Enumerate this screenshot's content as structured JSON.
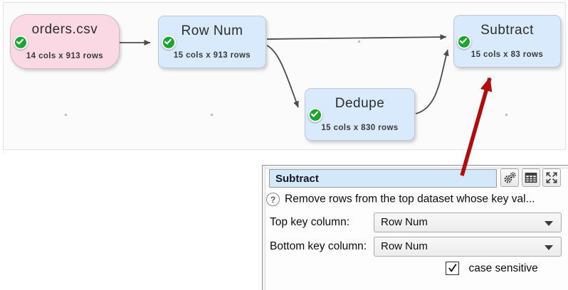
{
  "canvas": {
    "nodes": [
      {
        "name": "orders-csv",
        "label": "orders.csv",
        "sublabel": "14 cols x 913 rows",
        "type": "source",
        "status": "ok"
      },
      {
        "name": "row-num",
        "label": "Row Num",
        "sublabel": "15 cols x 913 rows",
        "type": "transform",
        "status": "ok"
      },
      {
        "name": "dedupe",
        "label": "Dedupe",
        "sublabel": "15 cols x 830 rows",
        "type": "transform",
        "status": "ok"
      },
      {
        "name": "subtract",
        "label": "Subtract",
        "sublabel": "15 cols x 83 rows",
        "type": "transform",
        "status": "ok"
      }
    ],
    "connections": [
      {
        "from": "orders-csv",
        "to": "row-num"
      },
      {
        "from": "row-num",
        "to": "subtract"
      },
      {
        "from": "row-num",
        "to": "dedupe"
      },
      {
        "from": "dedupe",
        "to": "subtract"
      }
    ],
    "annotation": {
      "shape": "red-arrow",
      "points_to": "subtract"
    }
  },
  "panel": {
    "title_value": "Subtract",
    "toolbar_icons": [
      "gear-icon",
      "table-icon",
      "expand-icon"
    ],
    "help_icon": "question-circle-icon",
    "description": "Remove rows from the top dataset whose key val...",
    "fields": [
      {
        "label": "Top key column:",
        "value": "Row Num"
      },
      {
        "label": "Bottom key column:",
        "value": "Row Num"
      }
    ],
    "checkbox": {
      "label": "case sensitive",
      "checked": true
    }
  },
  "colors": {
    "source_node_bg": "#fbd9e4",
    "transform_node_bg": "#d8eafb",
    "status_ok_green": "#18a62c",
    "connector_gray": "#4c4c4c",
    "annotation_red": "#b00d0d",
    "panel_title_bg": "#d3e8f9"
  }
}
